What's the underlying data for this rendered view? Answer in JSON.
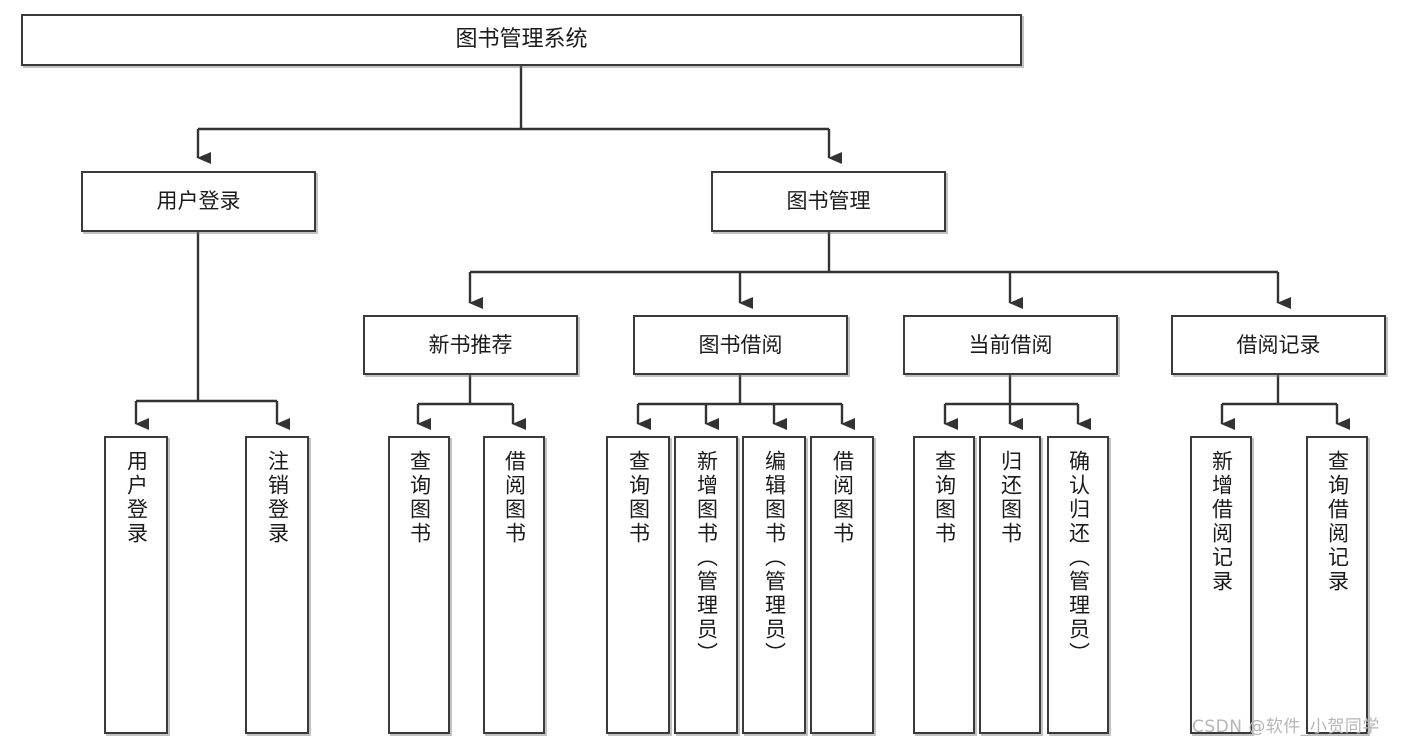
{
  "diagram": {
    "title_text": "图书管理系统",
    "watermark": "CSDN @软件_小贺同学",
    "line_color": "#333333",
    "box_border_color": "#3a3a3a",
    "box_fill_color": "#ffffff",
    "text_color": "#1b1b1b",
    "watermark_color": "#b6b6b6"
  },
  "nodes": {
    "root": {
      "label": "图书管理系统"
    },
    "level2": [
      {
        "label": "用户登录"
      },
      {
        "label": "图书管理"
      }
    ],
    "level3": [
      {
        "label": "新书推荐"
      },
      {
        "label": "图书借阅"
      },
      {
        "label": "当前借阅"
      },
      {
        "label": "借阅记录"
      }
    ],
    "leaves": {
      "user_login": [
        {
          "label": "用户登录"
        },
        {
          "label": "注销登录"
        }
      ],
      "new_book_recommend": [
        {
          "label": "查询图书"
        },
        {
          "label": "借阅图书"
        }
      ],
      "book_borrow": [
        {
          "label": "查询图书"
        },
        {
          "label": "新增图书（管理员）"
        },
        {
          "label": "编辑图书（管理员）"
        },
        {
          "label": "借阅图书"
        }
      ],
      "current_borrow": [
        {
          "label": "查询图书"
        },
        {
          "label": "归还图书"
        },
        {
          "label": "确认归还（管理员）"
        }
      ],
      "borrow_record": [
        {
          "label": "新增借阅记录"
        },
        {
          "label": "查询借阅记录"
        }
      ]
    }
  }
}
